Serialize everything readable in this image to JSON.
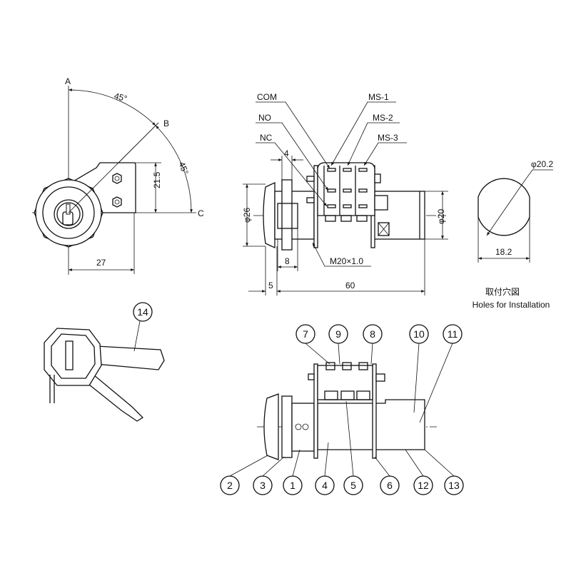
{
  "front_view": {
    "labels": {
      "a": "A",
      "b": "B",
      "c": "C"
    },
    "angle_1": "45°",
    "angle_2": "45°",
    "dim_height": "21.5",
    "dim_width": "27"
  },
  "side_view": {
    "terminals": {
      "com": "COM",
      "no": "NO",
      "nc": "NC"
    },
    "switches": {
      "ms1": "MS-1",
      "ms2": "MS-2",
      "ms3": "MS-3"
    },
    "dim_flange": "4",
    "dim_bezel_dia": "φ26",
    "dim_body_dia": "φ20",
    "dim_nut": "8",
    "thread": "M20×1.0",
    "dim_bezel": "5",
    "dim_length": "60"
  },
  "holes_view": {
    "dim_dia": "φ20.2",
    "dim_flat": "18.2",
    "title_jp": "取付穴図",
    "title_en": "Holes for Installation"
  },
  "key_view": {
    "balloon": "14"
  },
  "assembly_view": {
    "top_balloons": [
      "7",
      "9",
      "8",
      "10",
      "11"
    ],
    "bottom_balloons": [
      "2",
      "3",
      "1",
      "4",
      "5",
      "6",
      "12",
      "13"
    ]
  }
}
